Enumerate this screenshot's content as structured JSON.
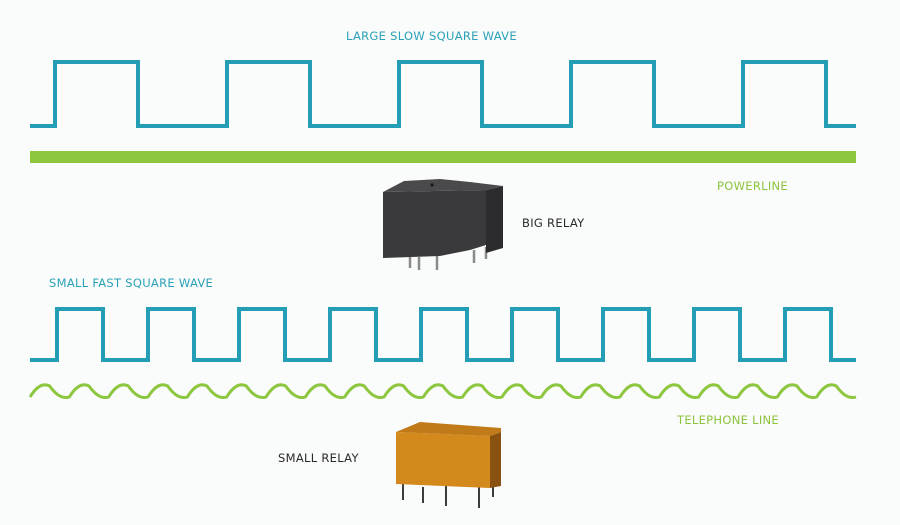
{
  "labels": {
    "large_wave": "LARGE SLOW SQUARE WAVE",
    "powerline": "POWERLINE",
    "big_relay": "BIG RELAY",
    "small_wave": "SMALL FAST SQUARE WAVE",
    "telephone_line": "TELEPHONE LINE",
    "small_relay": "SMALL RELAY"
  },
  "colors": {
    "wave": "#239eb4",
    "line": "#8dc63f",
    "big_relay": "#3a3a3c",
    "small_relay": "#d4891c"
  },
  "waves": {
    "large_cycles": 5,
    "small_cycles": 9,
    "zigzag_cycles": 21
  }
}
